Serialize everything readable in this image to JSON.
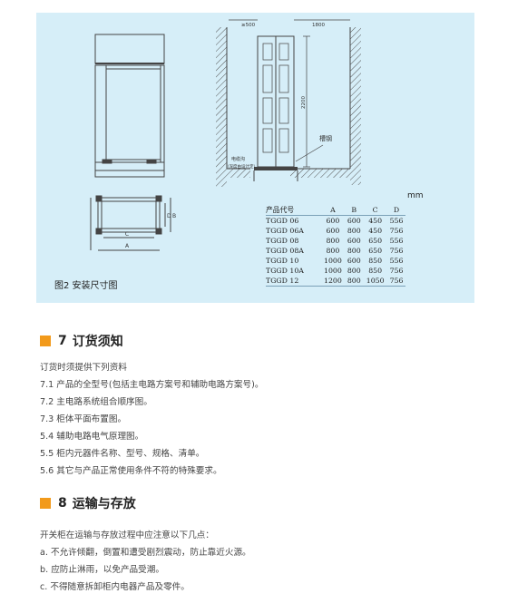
{
  "figure": {
    "caption": "图2 安装尺寸图",
    "unit": "mm",
    "labels": {
      "wall_gap": "≥500",
      "depth": "1800",
      "height": "2200",
      "channel_steel": "槽钢",
      "cable_trench": "电缆沟",
      "cable_trench_note": "（深度由设计定）",
      "dim_a": "A",
      "dim_b": "B",
      "dim_c": "C",
      "dim_d": "D"
    },
    "table": {
      "headers": [
        "产品代号",
        "A",
        "B",
        "C",
        "D"
      ],
      "rows": [
        [
          "TGGD  06",
          "600",
          "600",
          "450",
          "556"
        ],
        [
          "TGGD  06A",
          "600",
          "800",
          "450",
          "756"
        ],
        [
          "TGGD  08",
          "800",
          "600",
          "650",
          "556"
        ],
        [
          "TGGD  08A",
          "800",
          "800",
          "650",
          "756"
        ],
        [
          "TGGD  10",
          "1000",
          "600",
          "850",
          "556"
        ],
        [
          "TGGD  10A",
          "1000",
          "800",
          "850",
          "756"
        ],
        [
          "TGGD  12",
          "1200",
          "800",
          "1050",
          "756"
        ]
      ]
    }
  },
  "colors": {
    "panel": "#d6eef8",
    "accent": "#f29a1b"
  },
  "section7": {
    "number": "7",
    "title": "订货须知",
    "intro": "订货时须提供下列资料",
    "items": [
      "7.1 产品的全型号(包括主电路方案号和辅助电路方案号)。",
      "7.2 主电路系统组合顺序图。",
      "7.3 柜体平面布置图。",
      "5.4 辅助电路电气原理图。",
      "5.5 柜内元器件名称、型号、规格、清单。",
      "5.6 其它与产品正常使用条件不符的特殊要求。"
    ]
  },
  "section8": {
    "number": "8",
    "title": "运输与存放",
    "intro": "开关柜在运输与存放过程中应注意以下几点：",
    "items": [
      "a. 不允许倾翻，倒置和遭受剧烈震动，防止靠近火源。",
      "b. 应防止淋雨，以免产品受潮。",
      "c. 不得随意拆卸柜内电器产品及零件。"
    ]
  }
}
